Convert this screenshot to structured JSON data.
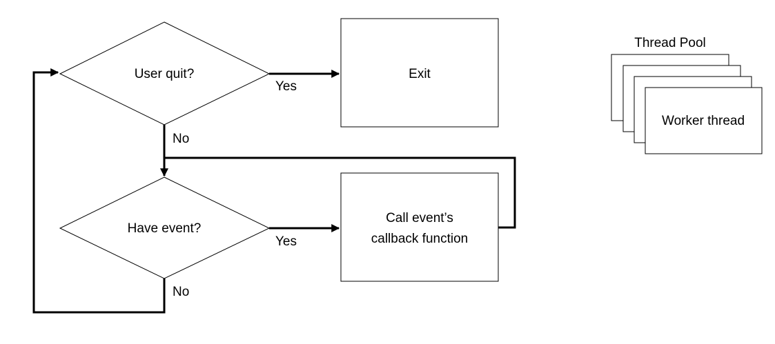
{
  "flowchart": {
    "decision_quit": "User quit?",
    "decision_event": "Have event?",
    "process_exit": "Exit",
    "process_callback": {
      "line1": "Call event’s",
      "line2": "callback function"
    },
    "edge_yes_quit": "Yes",
    "edge_no_quit": "No",
    "edge_yes_event": "Yes",
    "edge_no_event": "No"
  },
  "thread_pool": {
    "title": "Thread Pool",
    "worker_label": "Worker thread"
  }
}
